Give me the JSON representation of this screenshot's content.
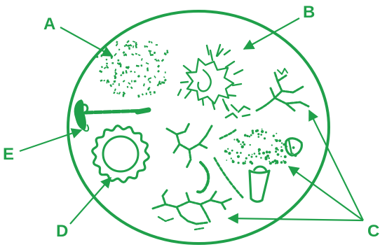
{
  "diagram": {
    "labels": {
      "a": "A",
      "b": "B",
      "c": "C",
      "d": "D",
      "e": "E"
    },
    "colors": {
      "ink": "#20a04a",
      "background": "#ffffff"
    },
    "icons": {
      "a": "bacteria-cluster-icon",
      "b": "fungal-mass-icon",
      "c": "mold-hyphae-icon",
      "d": "protist-cyst-icon",
      "e": "flagellate-icon"
    }
  }
}
